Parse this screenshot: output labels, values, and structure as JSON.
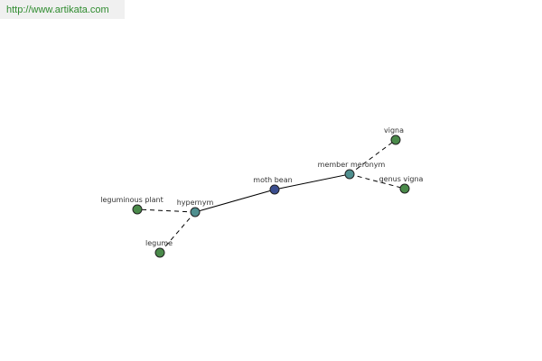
{
  "header": {
    "url": "http://www.artikata.com"
  },
  "graph": {
    "center": {
      "label": "moth bean",
      "color": "#3a4d8f"
    },
    "relations": [
      {
        "label": "hypernym",
        "color": "#4f8f8f"
      },
      {
        "label": "member meronym",
        "color": "#4f8f8f"
      }
    ],
    "leaves": [
      {
        "label": "leguminous plant",
        "color": "#4a8a4a"
      },
      {
        "label": "legume",
        "color": "#4a8a4a"
      },
      {
        "label": "vigna",
        "color": "#4a8a4a"
      },
      {
        "label": "genus vigna",
        "color": "#4a8a4a"
      }
    ]
  }
}
